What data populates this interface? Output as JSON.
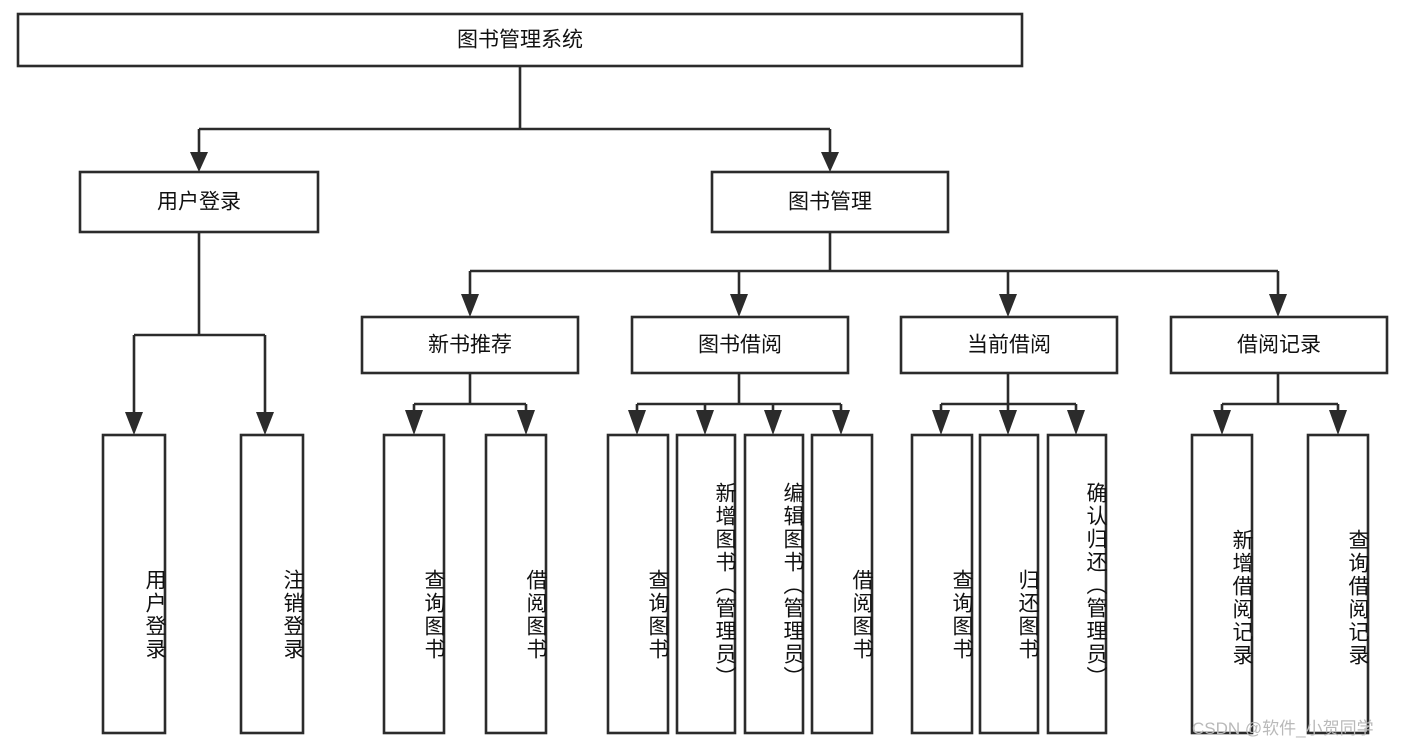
{
  "diagram": {
    "title": "图书管理系统",
    "type": "tree-hierarchy-diagram",
    "root": {
      "id": "root",
      "label": "图书管理系统"
    },
    "level1": [
      {
        "id": "user-login",
        "label": "用户登录"
      },
      {
        "id": "book-manage",
        "label": "图书管理"
      }
    ],
    "level2": [
      {
        "id": "new-book-recommend",
        "label": "新书推荐",
        "parent": "book-manage"
      },
      {
        "id": "book-borrow",
        "label": "图书借阅",
        "parent": "book-manage"
      },
      {
        "id": "current-borrow",
        "label": "当前借阅",
        "parent": "book-manage"
      },
      {
        "id": "borrow-record",
        "label": "借阅记录",
        "parent": "book-manage"
      }
    ],
    "leaves": [
      {
        "id": "leaf-user-login",
        "label": "用户登录",
        "parent": "user-login"
      },
      {
        "id": "leaf-logout-login",
        "label": "注销登录",
        "parent": "user-login"
      },
      {
        "id": "leaf-query-book-1",
        "label": "查询图书",
        "parent": "new-book-recommend"
      },
      {
        "id": "leaf-borrow-book-1",
        "label": "借阅图书",
        "parent": "new-book-recommend"
      },
      {
        "id": "leaf-query-book-2",
        "label": "查询图书",
        "parent": "book-borrow"
      },
      {
        "id": "leaf-add-book",
        "label": "新增图书（管理员）",
        "parent": "book-borrow"
      },
      {
        "id": "leaf-edit-book",
        "label": "编辑图书（管理员）",
        "parent": "book-borrow"
      },
      {
        "id": "leaf-borrow-book-2",
        "label": "借阅图书",
        "parent": "book-borrow"
      },
      {
        "id": "leaf-query-book-3",
        "label": "查询图书",
        "parent": "current-borrow"
      },
      {
        "id": "leaf-return-book",
        "label": "归还图书",
        "parent": "current-borrow"
      },
      {
        "id": "leaf-confirm-return",
        "label": "确认归还（管理员）",
        "parent": "current-borrow"
      },
      {
        "id": "leaf-add-record",
        "label": "新增借阅记录",
        "parent": "borrow-record"
      },
      {
        "id": "leaf-query-record",
        "label": "查询借阅记录",
        "parent": "borrow-record"
      }
    ],
    "colors": {
      "stroke": "#2b2b2b",
      "fill": "#ffffff",
      "text": "#111111",
      "watermark": "#b9b9b9"
    }
  },
  "watermark": {
    "text": "CSDN @软件_小贺同学"
  }
}
